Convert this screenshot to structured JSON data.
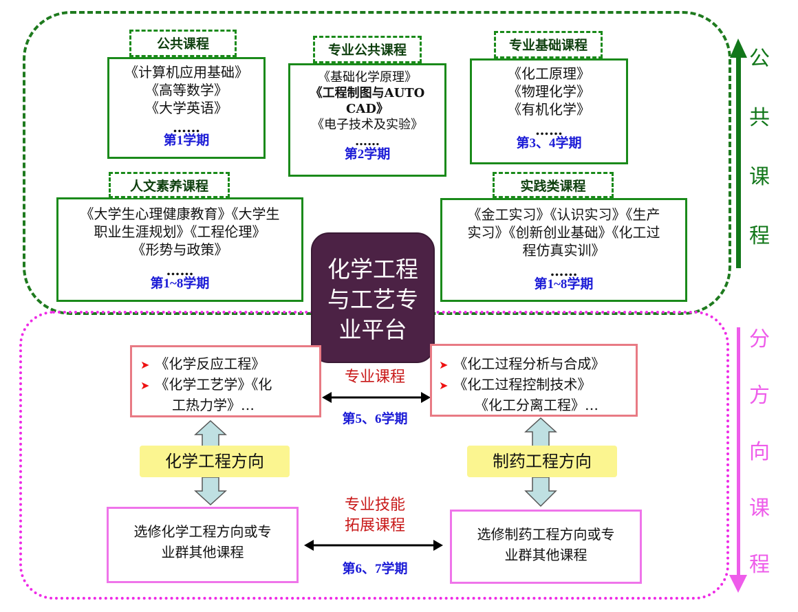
{
  "center_platform": {
    "lines": [
      "化学工程",
      "与工艺专",
      "业平台"
    ]
  },
  "public": {
    "side_label": [
      "公",
      "共",
      "课",
      "程"
    ],
    "groups": {
      "general": {
        "tag": "公共课程",
        "courses": [
          "《计算机应用基础》",
          "《高等数学》",
          "《大学英语》"
        ],
        "ellipsis": "……",
        "term": "第1学期"
      },
      "major_public": {
        "tag": "专业公共课程",
        "courses": [
          "《基础化学原理》",
          "《工程制图与AUTO",
          "CAD》",
          "《电子技术及实验》"
        ],
        "ellipsis": "……",
        "term": "第2学期"
      },
      "major_basic": {
        "tag": "专业基础课程",
        "courses": [
          "《化工原理》",
          "《物理化学》",
          "《有机化学》"
        ],
        "ellipsis": "……",
        "term": "第3、4学期"
      },
      "humanities": {
        "tag": "人文素养课程",
        "lines": [
          "《大学生心理健康教育》《大学生",
          "职业生涯规划》《工程伦理》",
          "《形势与政策》"
        ],
        "ellipsis": "……",
        "term": "第1~8学期"
      },
      "practice": {
        "tag": "实践类课程",
        "lines": [
          "《金工实习》《认识实习》《生产",
          "实习》《创新创业基础》《化工过",
          "程仿真实训》"
        ],
        "ellipsis": "……",
        "term": "第1~8学期"
      }
    }
  },
  "branch": {
    "side_label": [
      "分",
      "方",
      "向",
      "课",
      "程"
    ],
    "chem_eng": {
      "major_courses": [
        "《化学反应工程》",
        "《化学工艺学》《化",
        "工热力学》…"
      ],
      "direction": "化学工程方向",
      "electives": [
        "选修化学工程方向或专",
        "业群其他课程"
      ]
    },
    "pharma_eng": {
      "major_courses": [
        "《化工过程分析与合成》",
        "《化工过程控制技术》",
        "《化工分离工程》…"
      ],
      "direction": "制药工程方向",
      "electives": [
        "选修制药工程方向或专",
        "业群其他课程"
      ]
    },
    "major_label": "专业课程",
    "major_term": "第5、6学期",
    "ext_label": [
      "专业技能",
      "拓展课程"
    ],
    "ext_term": "第6、7学期"
  },
  "colors": {
    "public_border": "#1e7a1e",
    "branch_border": "#ee2be6",
    "platform": "#4c2245",
    "term_blue": "#1b1bd6",
    "label_red": "#c81818",
    "direction_yellow": "#fbf590"
  }
}
